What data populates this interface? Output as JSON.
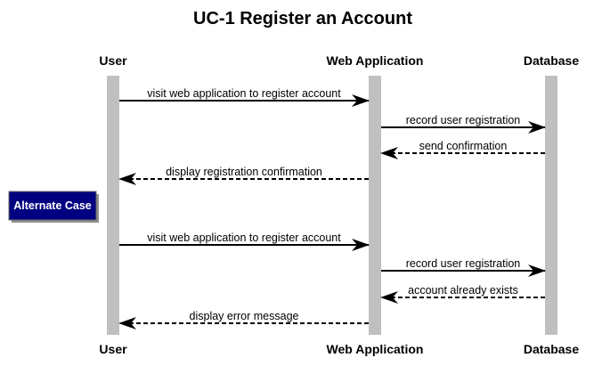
{
  "diagram": {
    "title": "UC-1 Register an Account",
    "participants": [
      "User",
      "Web Application",
      "Database"
    ],
    "colors": {
      "lifeline": "#c0c0c0",
      "arrow": "#000000",
      "note_fill": "#000080",
      "note_text": "#ffffff"
    },
    "messages": [
      {
        "from": 0,
        "to": 1,
        "text": "visit web application to register account",
        "style": "solid"
      },
      {
        "from": 1,
        "to": 2,
        "text": "record user registration",
        "style": "solid"
      },
      {
        "from": 2,
        "to": 1,
        "text": "send confirmation",
        "style": "dashed"
      },
      {
        "from": 1,
        "to": 0,
        "text": "display registration confirmation",
        "style": "dashed"
      },
      {
        "note": "Alternate Case"
      },
      {
        "from": 0,
        "to": 1,
        "text": "visit web application to register account",
        "style": "solid"
      },
      {
        "from": 1,
        "to": 2,
        "text": "record user registration",
        "style": "solid"
      },
      {
        "from": 2,
        "to": 1,
        "text": "account already exists",
        "style": "dashed"
      },
      {
        "from": 1,
        "to": 0,
        "text": "display error message",
        "style": "dashed"
      }
    ]
  }
}
